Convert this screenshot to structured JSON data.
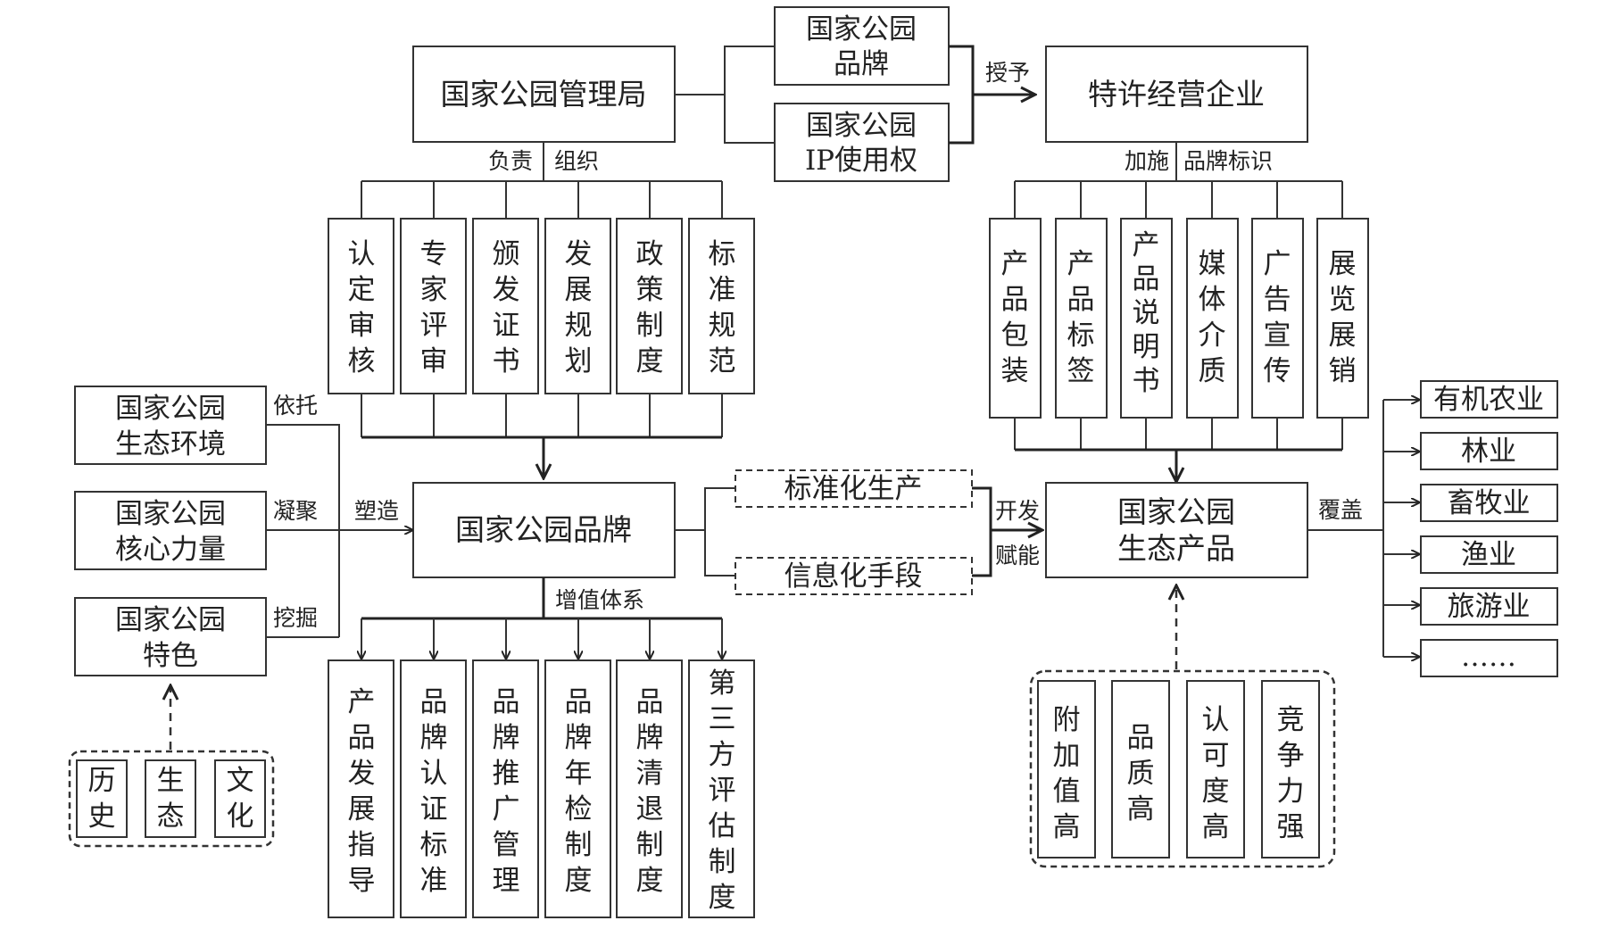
{
  "nodes": {
    "bureau": "国家公园管理局",
    "brand_top": [
      "国家公园",
      "品牌"
    ],
    "ip_right": [
      "国家公园",
      "IP使用权"
    ],
    "enterprise": "特许经营企业",
    "brand_center": "国家公园品牌",
    "eco_env": [
      "国家公园",
      "生态环境"
    ],
    "core_power": [
      "国家公园",
      "核心力量"
    ],
    "feature": [
      "国家公园",
      "特色"
    ],
    "eco_product": [
      "国家公园",
      "生态产品"
    ],
    "std_production": "标准化生产",
    "info_means": "信息化手段"
  },
  "edge_labels": {
    "grant": "授予",
    "responsible": "负责",
    "organize": "组织",
    "apply": "加施",
    "brand_mark": "品牌标识",
    "rely": "依托",
    "gather": "凝聚",
    "dig": "挖掘",
    "shape": "塑造",
    "value_system": "增值体系",
    "develop": "开发",
    "empower": "赋能",
    "cover": "覆盖"
  },
  "bureau_duties": [
    [
      "认",
      "定",
      "审",
      "核"
    ],
    [
      "专",
      "家",
      "评",
      "审"
    ],
    [
      "颁",
      "发",
      "证",
      "书"
    ],
    [
      "发",
      "展",
      "规",
      "划"
    ],
    [
      "政",
      "策",
      "制",
      "度"
    ],
    [
      "标",
      "准",
      "规",
      "范"
    ]
  ],
  "brand_marks": [
    [
      "产",
      "品",
      "包",
      "装"
    ],
    [
      "产",
      "品",
      "标",
      "签"
    ],
    [
      "产",
      "品",
      "说",
      "明",
      "书"
    ],
    [
      "媒",
      "体",
      "介",
      "质"
    ],
    [
      "广",
      "告",
      "宣",
      "传"
    ],
    [
      "展",
      "览",
      "展",
      "销"
    ]
  ],
  "value_items": [
    [
      "产",
      "品",
      "发",
      "展",
      "指",
      "导"
    ],
    [
      "品",
      "牌",
      "认",
      "证",
      "标",
      "准"
    ],
    [
      "品",
      "牌",
      "推",
      "广",
      "管",
      "理"
    ],
    [
      "品",
      "牌",
      "年",
      "检",
      "制",
      "度"
    ],
    [
      "品",
      "牌",
      "清",
      "退",
      "制",
      "度"
    ],
    [
      "第",
      "三",
      "方",
      "评",
      "估",
      "制",
      "度"
    ]
  ],
  "features": [
    [
      "历",
      "史"
    ],
    [
      "生",
      "态"
    ],
    [
      "文",
      "化"
    ]
  ],
  "product_traits": [
    [
      "附",
      "加",
      "值",
      "高"
    ],
    [
      "品",
      "质",
      "高"
    ],
    [
      "认",
      "可",
      "度",
      "高"
    ],
    [
      "竞",
      "争",
      "力",
      "强"
    ]
  ],
  "industries": [
    "有机农业",
    "林业",
    "畜牧业",
    "渔业",
    "旅游业",
    "……"
  ]
}
